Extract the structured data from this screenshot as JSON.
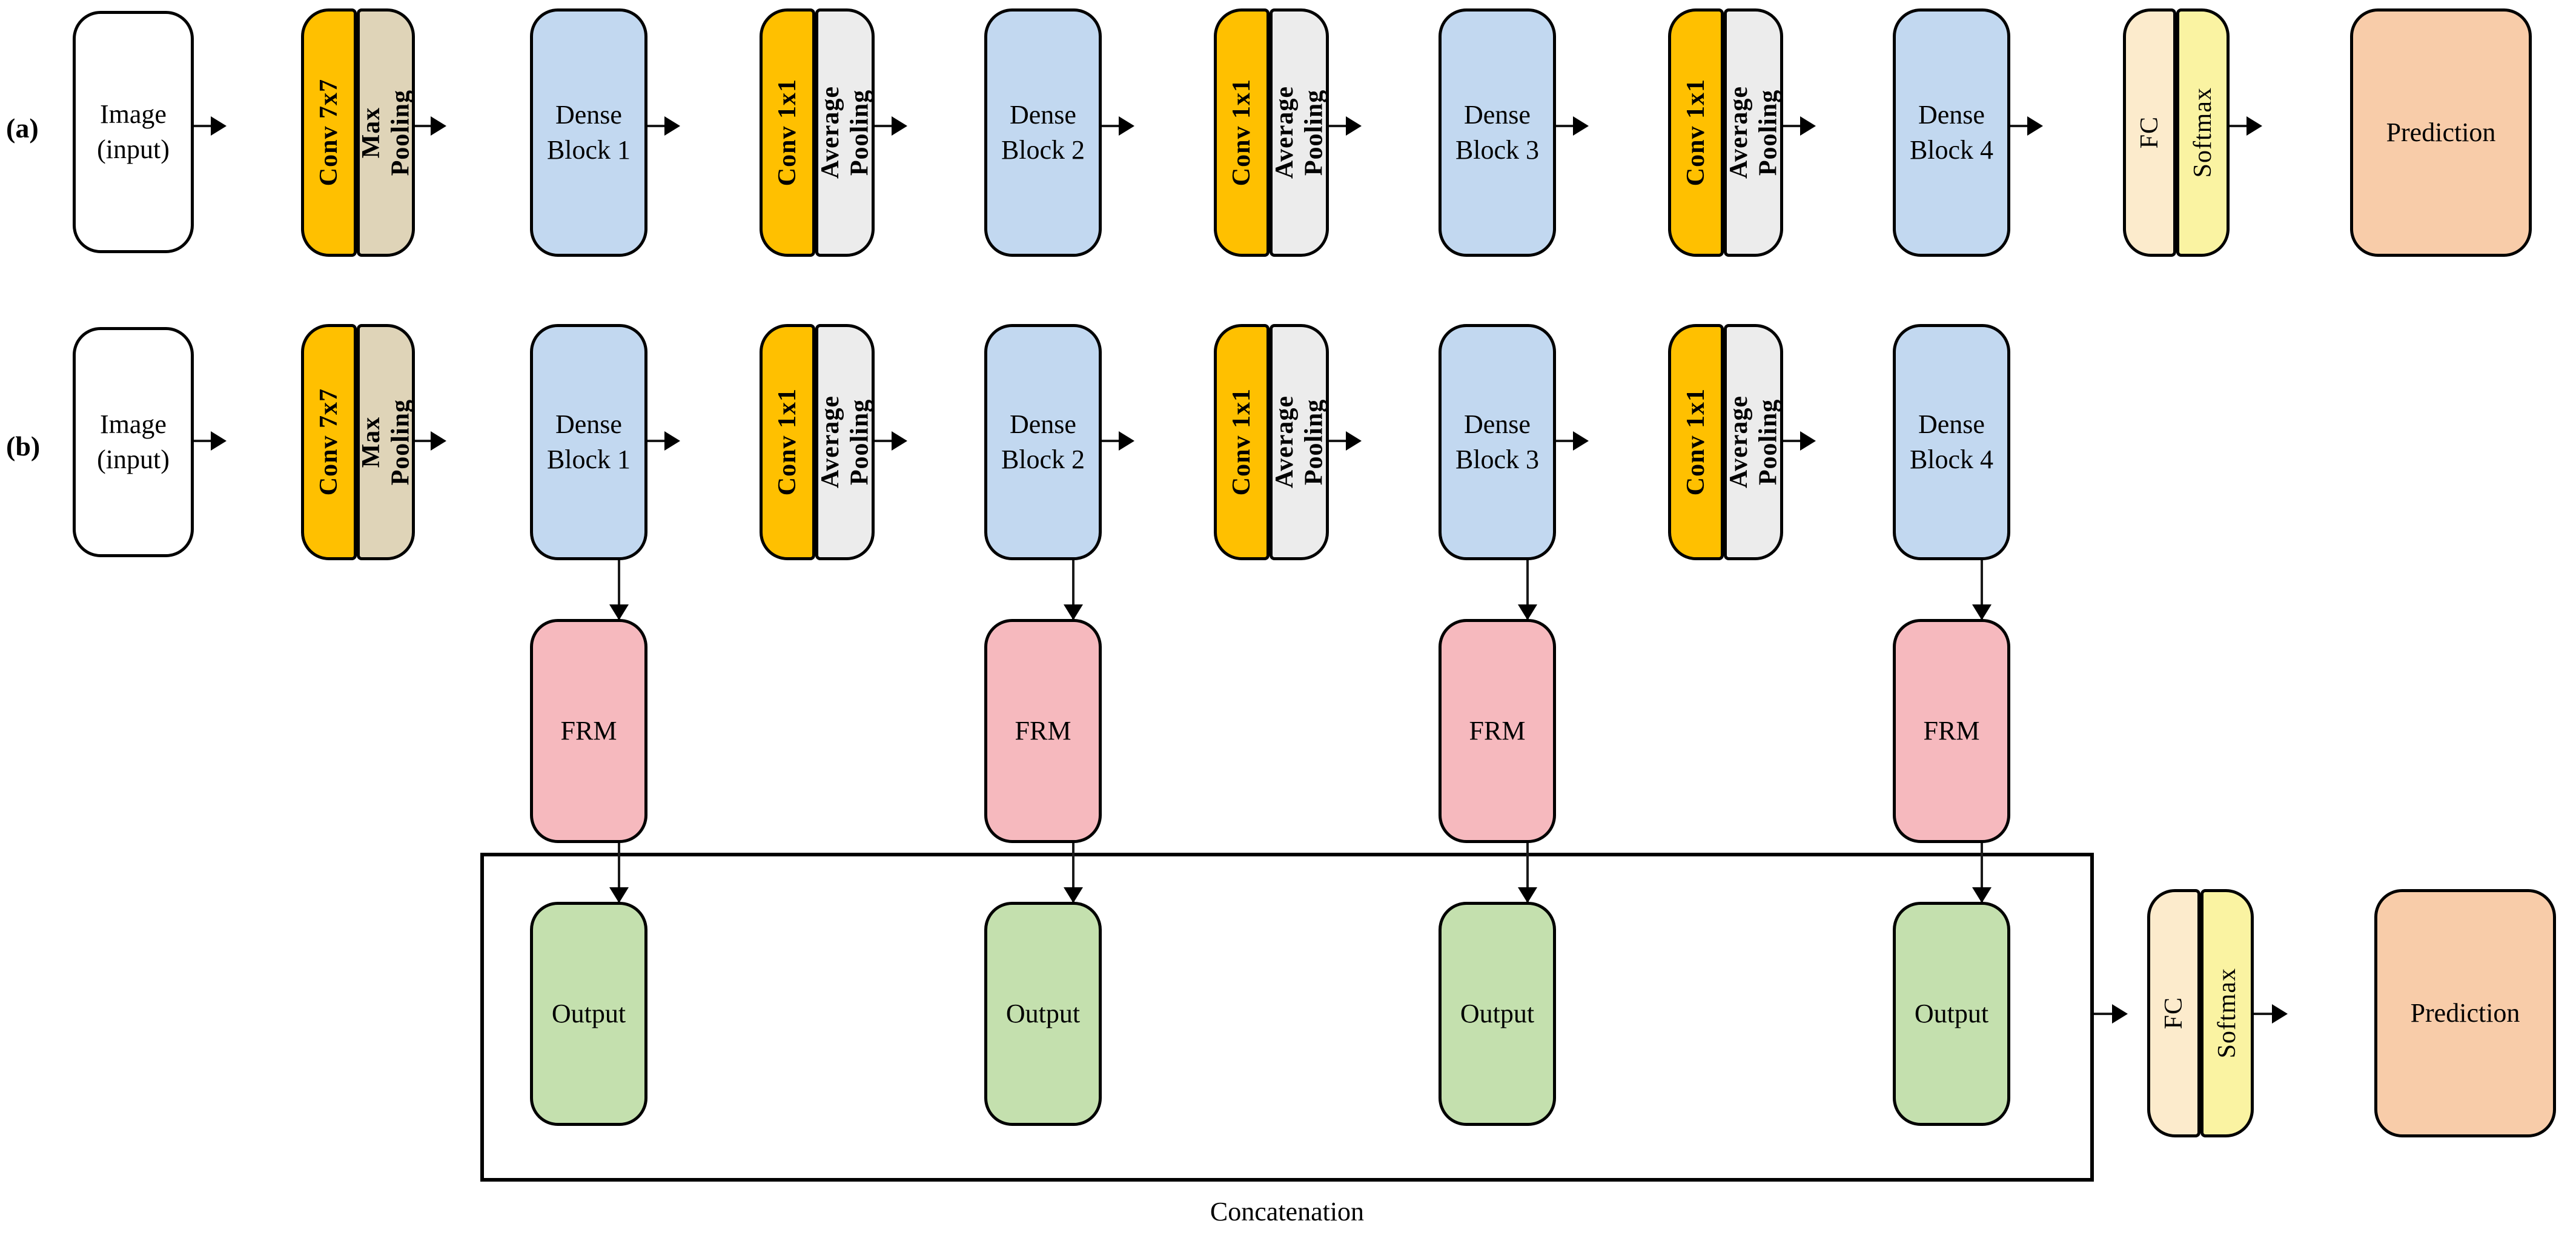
{
  "figure": {
    "panels": [
      {
        "letter": "(a)"
      },
      {
        "letter": "(b)"
      }
    ],
    "concatenation_label": "Concatenation"
  },
  "panel_a": {
    "letter": "(a)",
    "nodes": {
      "image": "Image\n(input)",
      "conv7x7": "Conv 7x7",
      "max_pooling": "Max\nPooling",
      "dense_block_1": "Dense\nBlock 1",
      "conv1x1_1": "Conv 1x1",
      "avg_pooling_1": "Average\nPooling",
      "dense_block_2": "Dense\nBlock 2",
      "conv1x1_2": "Conv 1x1",
      "avg_pooling_2": "Average\nPooling",
      "dense_block_3": "Dense\nBlock 3",
      "conv1x1_3": "Conv 1x1",
      "avg_pooling_3": "Average\nPooling",
      "dense_block_4": "Dense\nBlock 4",
      "fc": "FC",
      "softmax": "Softmax",
      "prediction": "Prediction"
    }
  },
  "panel_b": {
    "letter": "(b)",
    "nodes": {
      "image": "Image\n(input)",
      "conv7x7": "Conv 7x7",
      "max_pooling": "Max\nPooling",
      "dense_block_1": "Dense\nBlock 1",
      "conv1x1_1": "Conv 1x1",
      "avg_pooling_1": "Average\nPooling",
      "dense_block_2": "Dense\nBlock 2",
      "conv1x1_2": "Conv 1x1",
      "avg_pooling_2": "Average\nPooling",
      "dense_block_3": "Dense\nBlock 3",
      "conv1x1_3": "Conv 1x1",
      "avg_pooling_3": "Average\nPooling",
      "dense_block_4": "Dense\nBlock 4",
      "frm_1": "FRM",
      "frm_2": "FRM",
      "frm_3": "FRM",
      "frm_4": "FRM",
      "output_1": "Output",
      "output_2": "Output",
      "output_3": "Output",
      "output_4": "Output",
      "fc": "FC",
      "softmax": "Softmax",
      "prediction": "Prediction"
    }
  },
  "colors": {
    "input": "#ffffff",
    "conv": "#FFC000",
    "max_pooling": "#DFD4B8",
    "dense_block": "#C2D8F0",
    "avg_pooling": "#ECECEC",
    "fc": "#FCEBCC",
    "softmax": "#FAF3A2",
    "prediction": "#F8CCA9",
    "frm": "#F6B9BE",
    "output": "#C4E0AE",
    "outline": "#000000"
  }
}
